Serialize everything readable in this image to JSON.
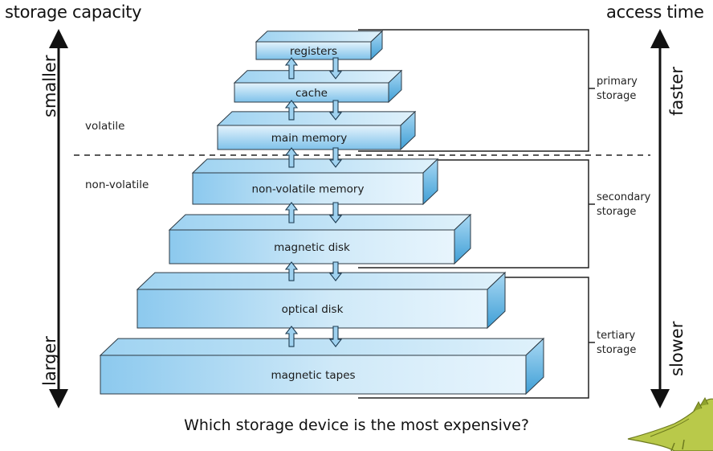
{
  "axes": {
    "left_title": "storage capacity",
    "right_title": "access time",
    "left_top": "smaller",
    "left_bottom": "larger",
    "right_top": "faster",
    "right_bottom": "slower"
  },
  "regions": {
    "volatile": "volatile",
    "non_volatile": "non-volatile"
  },
  "levels": [
    {
      "label": "registers"
    },
    {
      "label": "cache"
    },
    {
      "label": "main memory"
    },
    {
      "label": "non-volatile memory"
    },
    {
      "label": "magnetic disk"
    },
    {
      "label": "optical disk"
    },
    {
      "label": "magnetic tapes"
    }
  ],
  "groups": {
    "primary": [
      "primary",
      "storage"
    ],
    "secondary": [
      "secondary",
      "storage"
    ],
    "tertiary": [
      "tertiary",
      "storage"
    ]
  },
  "question": "Which storage device is the most expensive?",
  "colors": {
    "box_front_top": "#d6ecf9",
    "box_front_bottom": "#8cc8ec",
    "box_side": "#5ab0e0",
    "box_top": "#c8e6f7",
    "outline": "#333333",
    "arrow_fill": "#9fd2f0"
  }
}
